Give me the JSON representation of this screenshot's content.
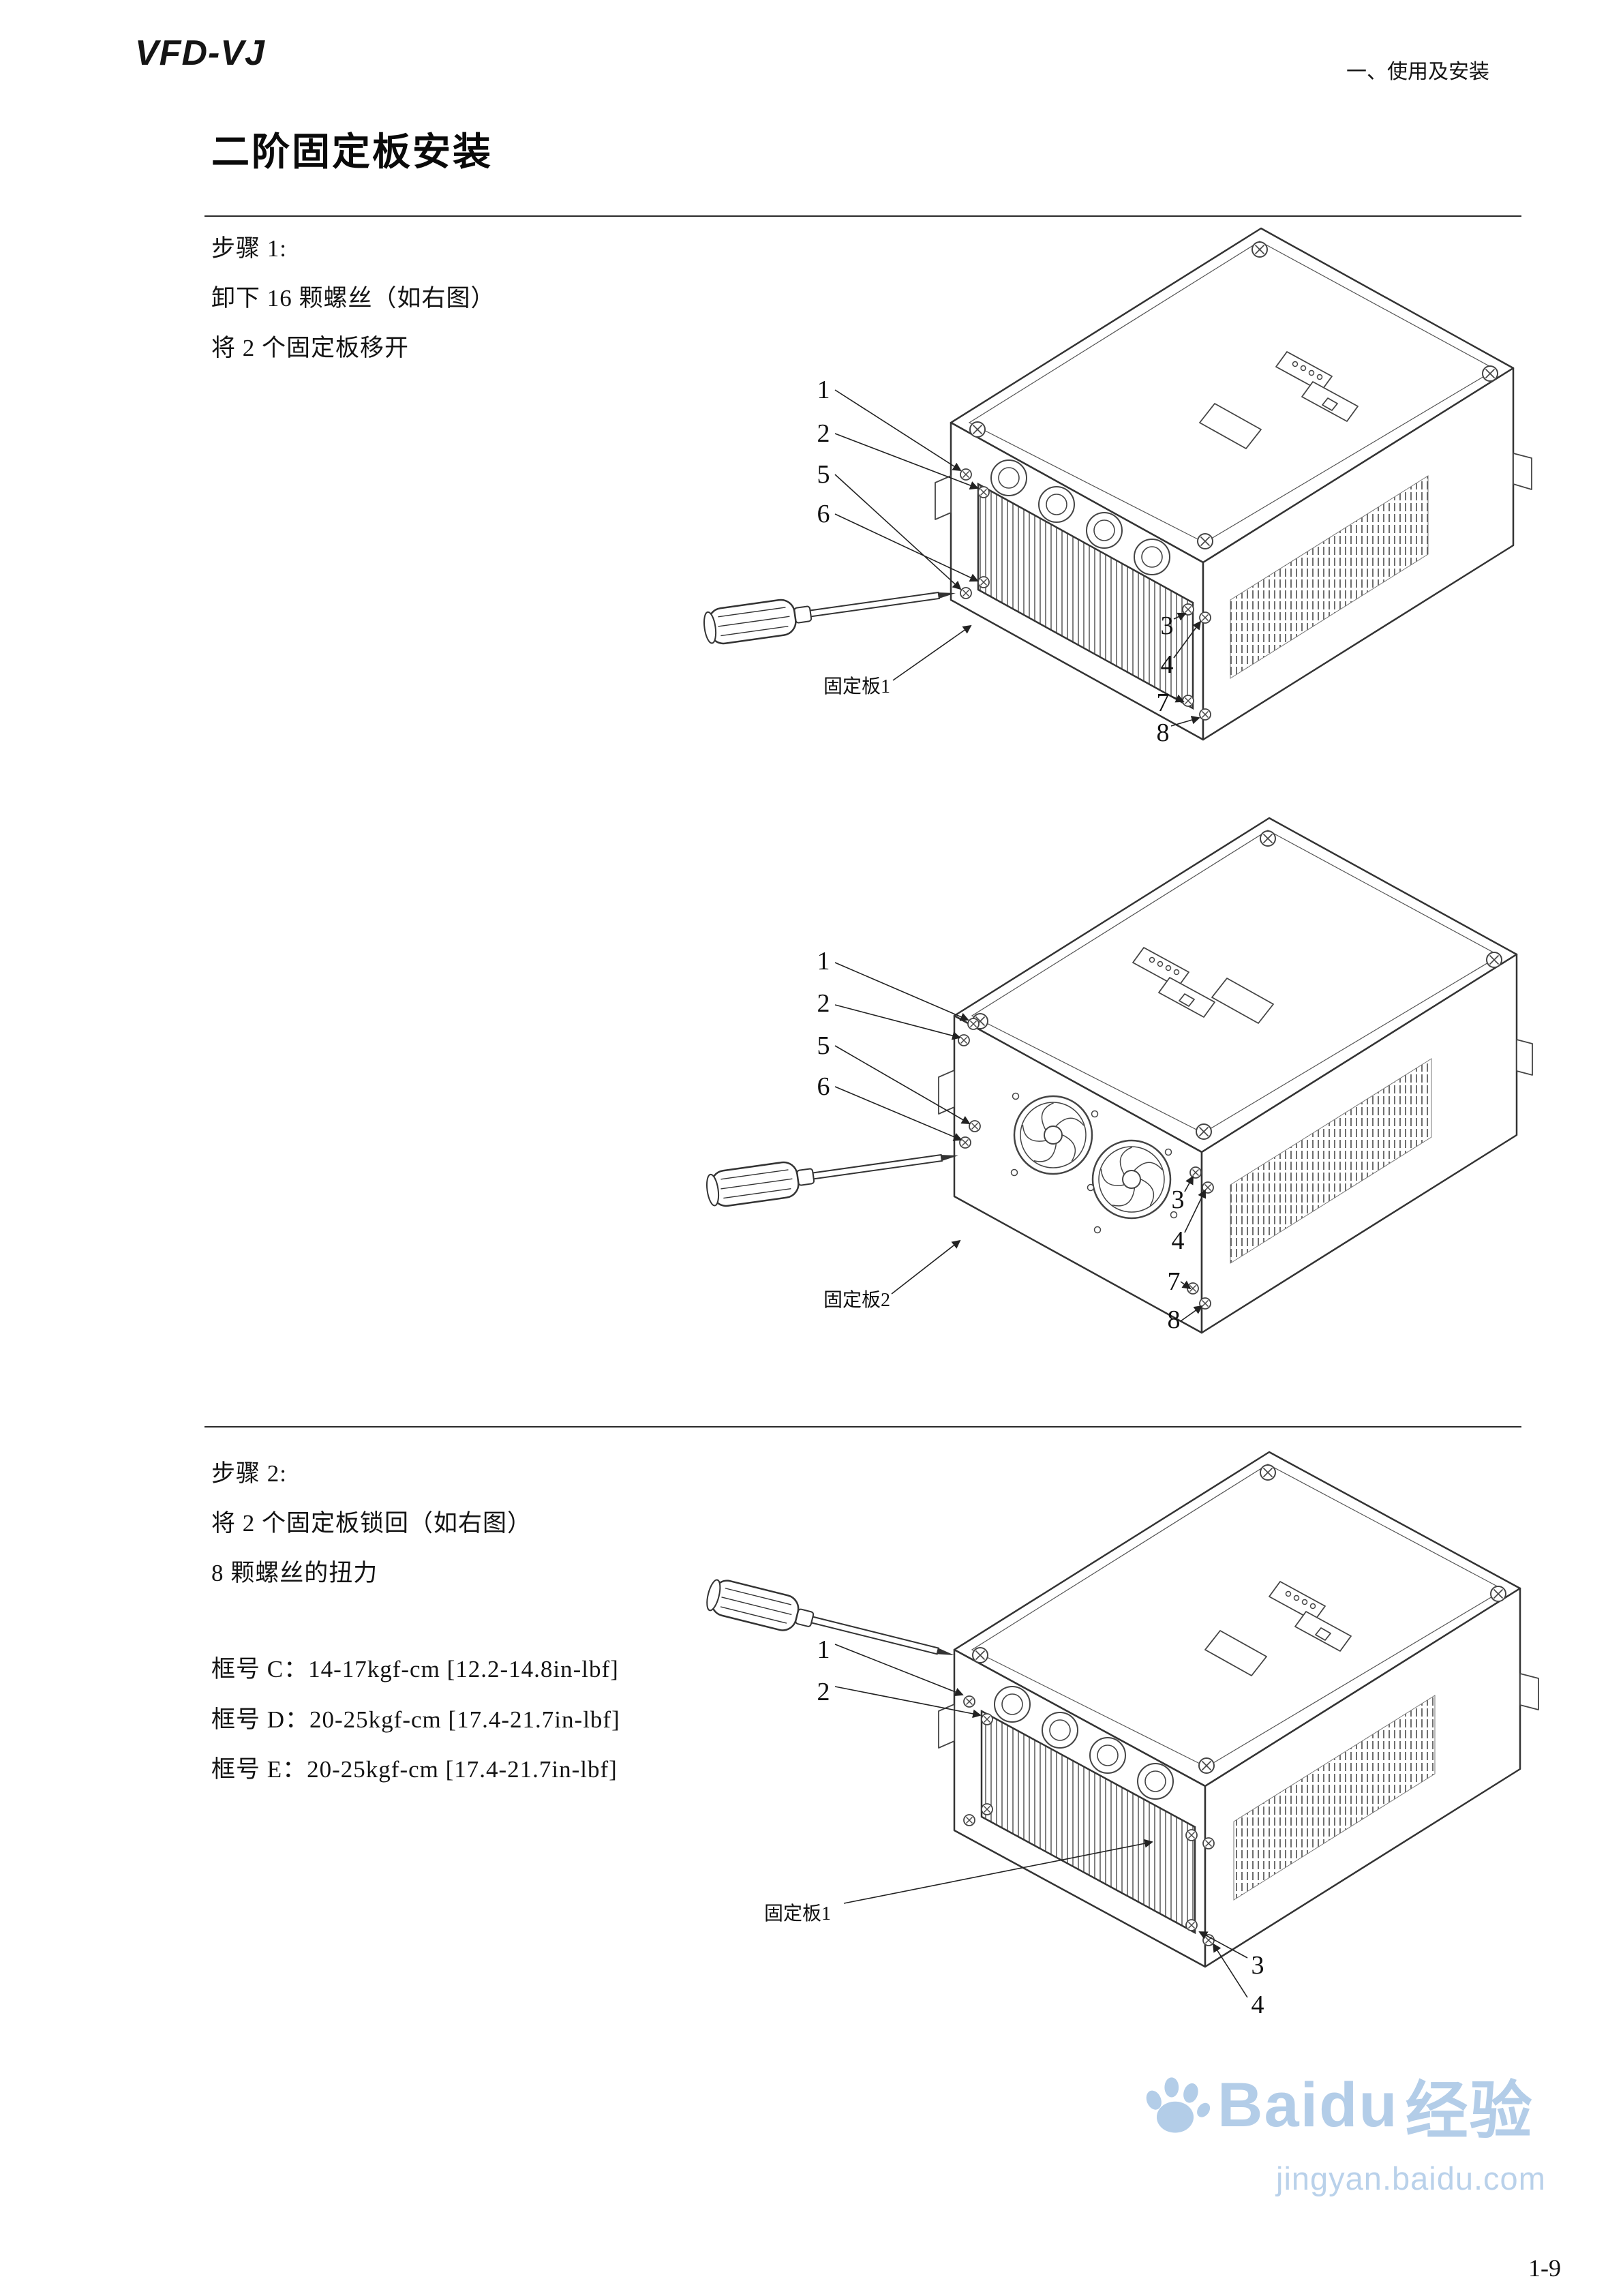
{
  "header": {
    "logo": "VFD-VJ",
    "section": "一、使用及安装"
  },
  "title": "二阶固定板安装",
  "step1": {
    "heading": "步骤 1:",
    "line1": "卸下 16 颗螺丝（如右图）",
    "line2": "将 2 个固定板移开"
  },
  "step2": {
    "heading": "步骤 2:",
    "line1": "将 2 个固定板锁回（如右图）",
    "line2": "8 颗螺丝的扭力",
    "torque_c": "框号 C：14-17kgf-cm [12.2-14.8in-lbf]",
    "torque_d": "框号 D：20-25kgf-cm [17.4-21.7in-lbf]",
    "torque_e": "框号 E：20-25kgf-cm [17.4-21.7in-lbf]"
  },
  "fig1": {
    "callouts_left": [
      "1",
      "2",
      "5",
      "6"
    ],
    "callouts_right": [
      "3",
      "4",
      "7",
      "8"
    ],
    "plate_label": "固定板1"
  },
  "fig2": {
    "callouts_left": [
      "1",
      "2",
      "5",
      "6"
    ],
    "callouts_right": [
      "3",
      "4",
      "7",
      "8"
    ],
    "plate_label": "固定板2"
  },
  "fig3": {
    "callouts_left": [
      "1",
      "2"
    ],
    "callouts_right": [
      "3",
      "4"
    ],
    "plate_label": "固定板1"
  },
  "watermark": {
    "brand": "Baidu",
    "suffix": "经验",
    "url": "jingyan.baidu.com"
  },
  "page_number": "1-9"
}
